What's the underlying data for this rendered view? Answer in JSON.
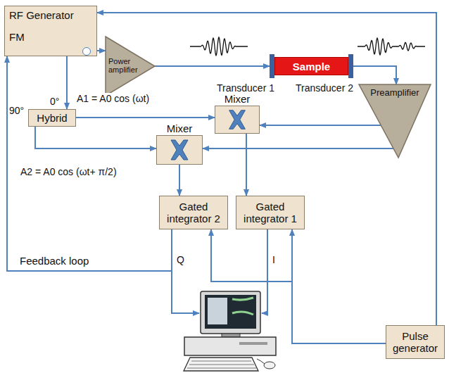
{
  "diagram": {
    "nodes": [
      {
        "text": [
          "RF Generator",
          "FM"
        ]
      },
      {
        "text": [
          "Power amplifier"
        ]
      },
      {
        "text": [
          "Transducer 1"
        ]
      },
      {
        "text": [
          "Sample"
        ]
      },
      {
        "text": [
          "Transducer 2"
        ]
      },
      {
        "text": [
          "Preamplifier"
        ]
      },
      {
        "text": [
          "Hybrid"
        ]
      },
      {
        "text": [
          "Mixer"
        ]
      },
      {
        "text": [
          "Mixer"
        ]
      },
      {
        "text": [
          "Gated integrator 2"
        ]
      },
      {
        "text": [
          "Gated integrator 1"
        ]
      },
      {
        "text": [
          "Pulse generator"
        ]
      }
    ],
    "edges": [
      {
        "from": 0,
        "to": 1,
        "arrow": "to"
      },
      {
        "from": 1,
        "to": 2,
        "arrow": "to"
      },
      {
        "from": 4,
        "to": 5,
        "arrow": "to"
      },
      {
        "from": 0,
        "to": 6,
        "arrow": "to"
      },
      {
        "from": 6,
        "to": 7,
        "arrow": "to"
      },
      {
        "from": 6,
        "to": 8,
        "arrow": "to"
      },
      {
        "from": 5,
        "to": 7,
        "arrow": "to"
      },
      {
        "from": 5,
        "to": 8,
        "arrow": "to"
      },
      {
        "from": 7,
        "to": 10,
        "arrow": "to"
      },
      {
        "from": 8,
        "to": 9,
        "arrow": "to"
      },
      {
        "from": 9,
        "to": 0,
        "label": "Feedback loop",
        "arrow": "to"
      },
      {
        "from": 11,
        "to": 0,
        "arrow": "to"
      },
      {
        "from": 11,
        "to": 10,
        "arrow": "to"
      },
      {
        "from": 11,
        "to": 9,
        "arrow": "to"
      }
    ],
    "labels": [
      "0°",
      "A1 = A0 cos (ωt)",
      "90°",
      "A2 = A0 cos (ωt+ π/2)",
      "Q",
      "I"
    ]
  }
}
